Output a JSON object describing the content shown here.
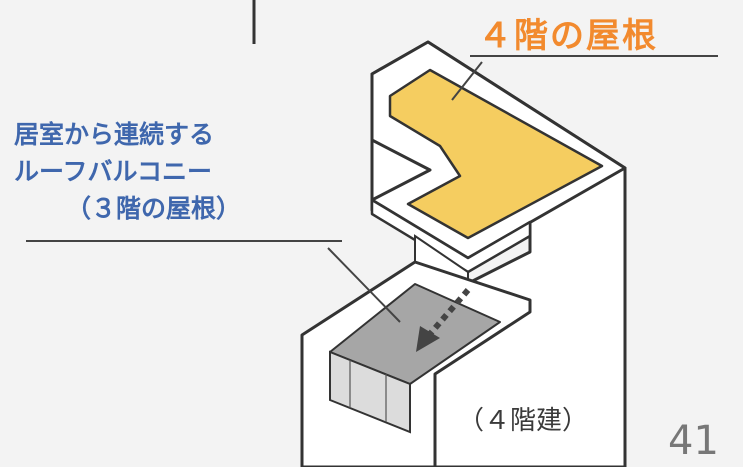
{
  "title": "４階の屋根",
  "roof_balcony_label": {
    "line1": "居室から連続する",
    "line2": "ルーフバルコニー",
    "line3": "（３階の屋根）"
  },
  "caption": "（４階建）",
  "page_number": "41",
  "colors": {
    "roof_fill": "#f5cd60",
    "balcony_floor": "#a6a6a6",
    "glass": "#bcd8ef",
    "outline": "#333333",
    "title_text": "#f28a2e",
    "label_text": "#3f67ad"
  }
}
